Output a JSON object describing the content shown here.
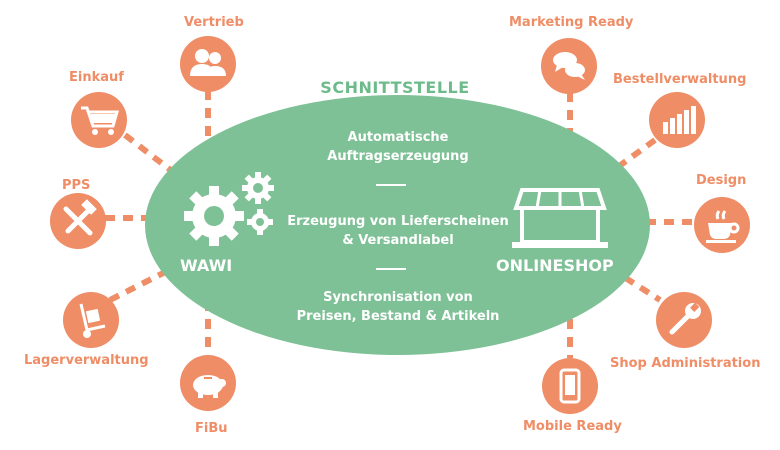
{
  "center": {
    "title": "SCHNITTSTELLE",
    "left_label": "WAWI",
    "right_label": "ONLINESHOP",
    "features": [
      {
        "line1": "Automatische",
        "line2": "Auftragserzeugung"
      },
      {
        "line1": "Erzeugung von Lieferscheinen",
        "line2": "& Versandlabel"
      },
      {
        "line1": "Synchronisation von",
        "line2": "Preisen, Bestand & Artikeln"
      }
    ]
  },
  "nodes": {
    "vertrieb": {
      "label": "Vertrieb",
      "icon": "users-icon"
    },
    "einkauf": {
      "label": "Einkauf",
      "icon": "cart-icon"
    },
    "pps": {
      "label": "PPS",
      "icon": "tools-icon"
    },
    "lager": {
      "label": "Lagerverwaltung",
      "icon": "hand-truck-icon"
    },
    "fibu": {
      "label": "FiBu",
      "icon": "piggy-bank-icon"
    },
    "marketing": {
      "label": "Marketing Ready",
      "icon": "speech-bubbles-icon"
    },
    "bestell": {
      "label": "Bestellverwaltung",
      "icon": "bar-chart-icon"
    },
    "design": {
      "label": "Design",
      "icon": "coffee-cup-icon"
    },
    "shopadmin": {
      "label": "Shop Administration",
      "icon": "wrench-icon"
    },
    "mobile": {
      "label": "Mobile Ready",
      "icon": "smartphone-icon"
    }
  },
  "colors": {
    "accent": "#ef8d66",
    "ellipse": "#7fc196",
    "title": "#6dbb8b",
    "text": "#ffffff"
  }
}
